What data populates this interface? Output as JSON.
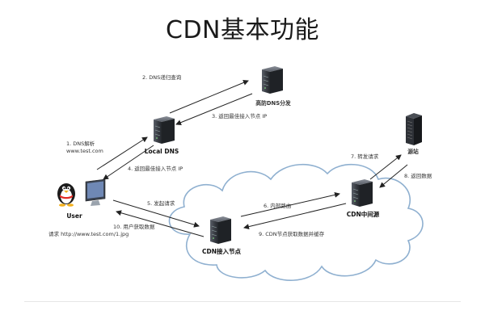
{
  "title": "CDN基本功能",
  "nodes": {
    "user": "User",
    "local_dns": "Local DNS",
    "global_dns": "高防DNS分发",
    "origin": "源站",
    "cdn_mid": "CDN中间源",
    "cdn_edge": "CDN接入节点"
  },
  "steps": {
    "s1a": "1.  DNS解析",
    "s1b": "www.test.com",
    "s2": "2. DNS递归查询",
    "s3": "3. 返回最佳接入节点 IP",
    "s4": "4. 返回最佳接入节点 IP",
    "s5": "5. 发起请求",
    "s6": "6. 内部路由",
    "s7": "7. 转发请求",
    "s8": "8. 返回数据",
    "s9": "9. CDN节点获取数据并缓存",
    "s10": "10. 用户获取数据",
    "request": "请求 http://www.test.com/1.jpg"
  },
  "colors": {
    "cloud_stroke": "#8fb0d0",
    "cloud_fill": "#ffffff",
    "server_dark": "#3b3f46",
    "arrow": "#222222"
  }
}
